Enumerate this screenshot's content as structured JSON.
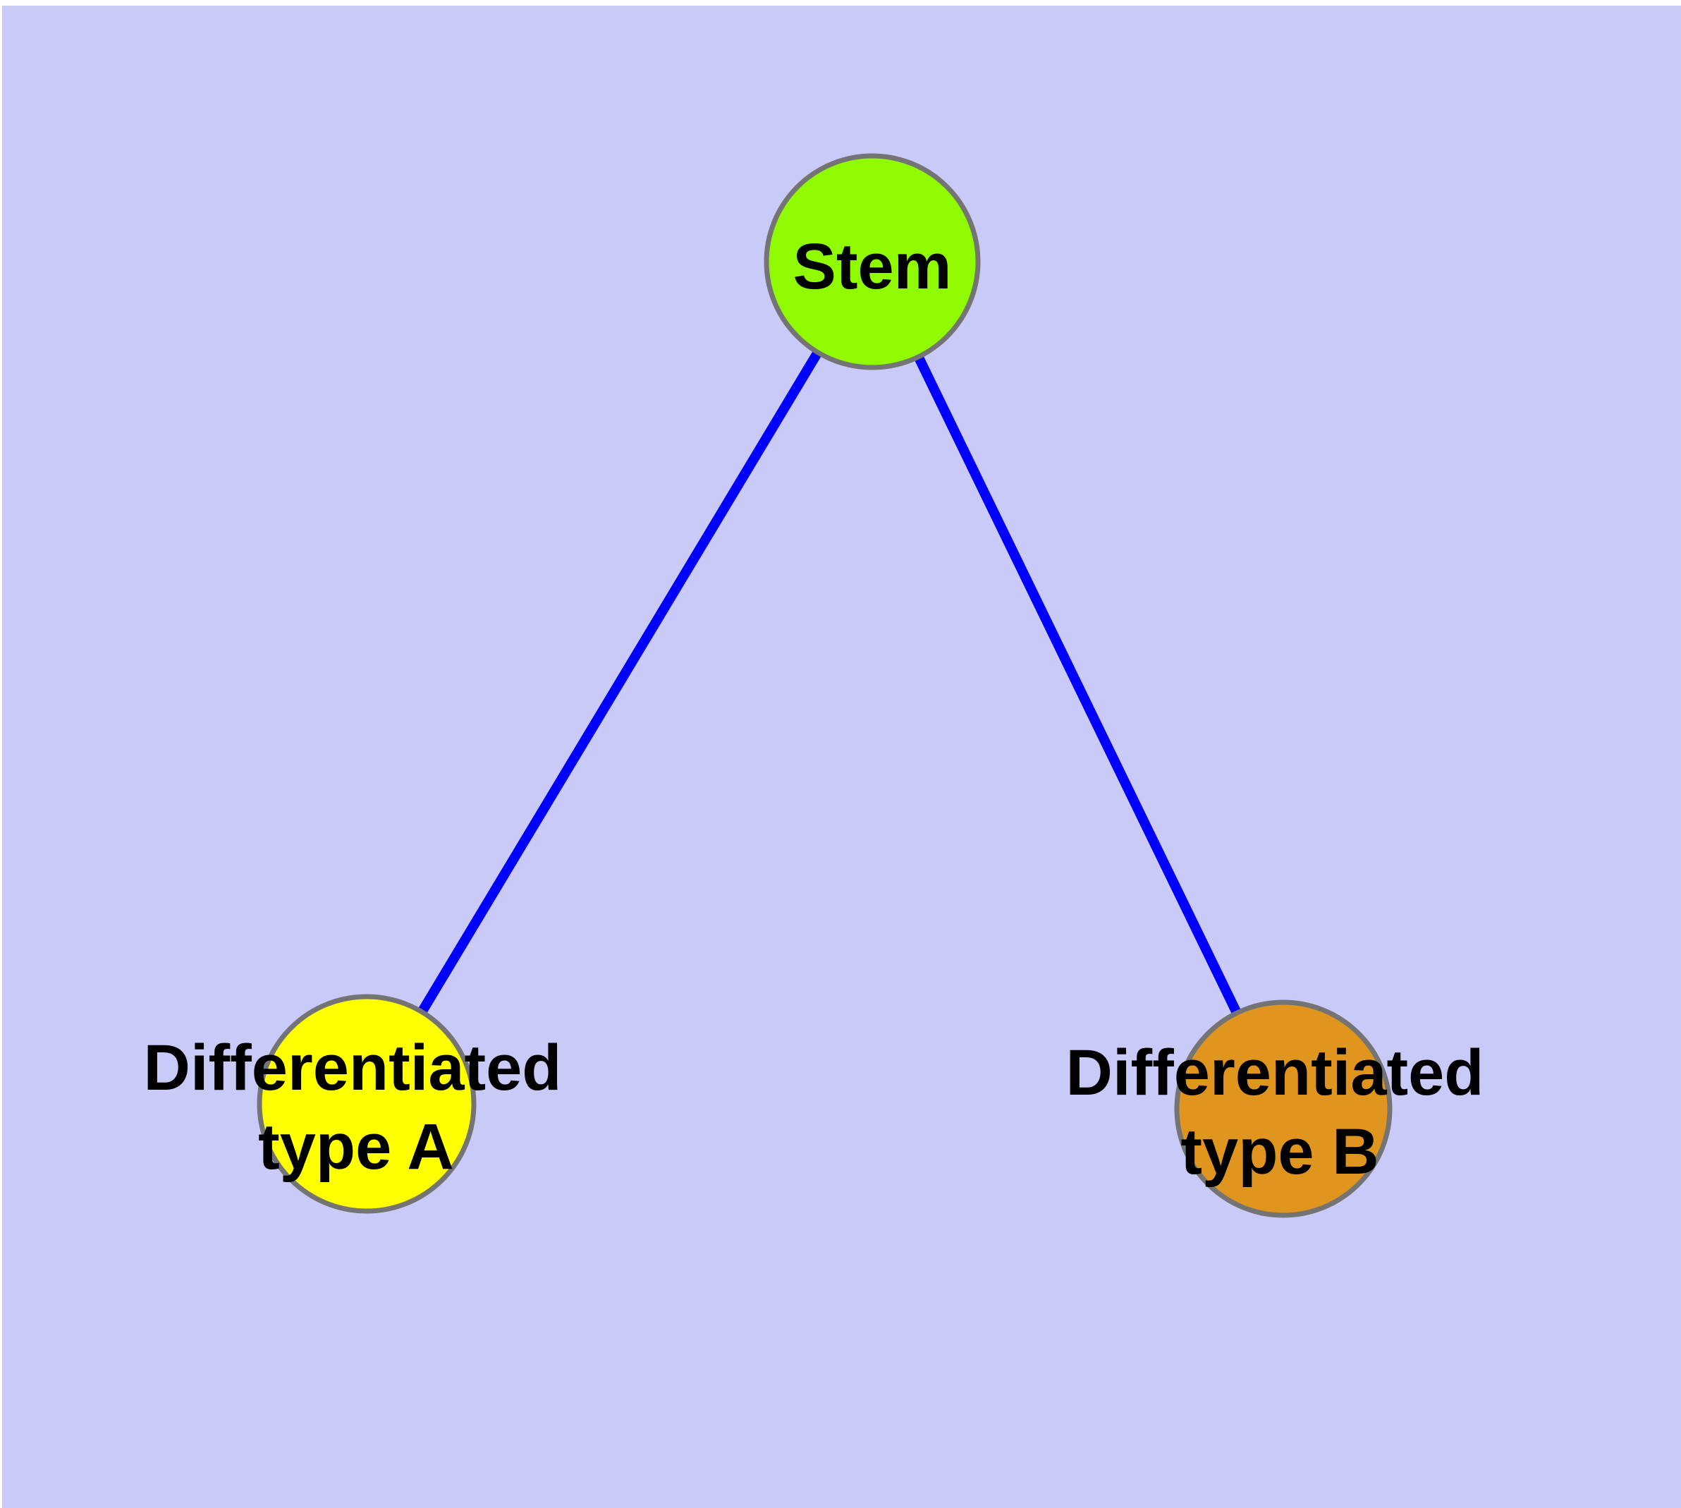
{
  "diagram": {
    "background_color": "#CACAF8",
    "page_margin_color": "#FFFFFF",
    "edge_color": "#0000FF",
    "node_border_color": "#747474",
    "label_color": "#000000",
    "nodes": {
      "stem": {
        "label": "Stem",
        "fill": "#90FA00"
      },
      "type_a": {
        "label_line1": "Differentiated",
        "label_line2": "type A",
        "fill": "#FFFF00"
      },
      "type_b": {
        "label_line1": "Differentiated",
        "label_line2": "type B",
        "fill": "#E0951F"
      }
    },
    "edges": [
      {
        "from": "Stem",
        "to": "Differentiated type A"
      },
      {
        "from": "Stem",
        "to": "Differentiated type B"
      }
    ]
  }
}
